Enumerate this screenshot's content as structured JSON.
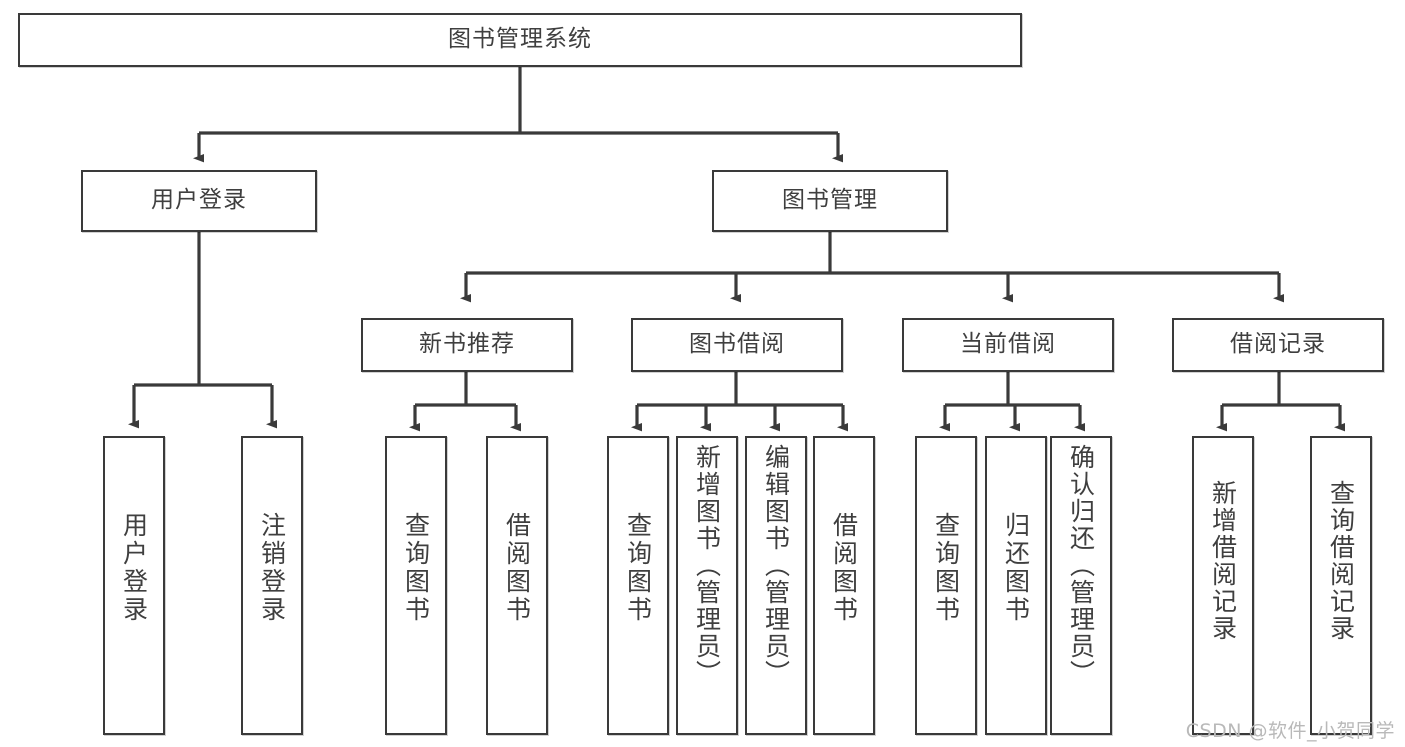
{
  "diagram": {
    "type": "tree",
    "title": "图书管理系统",
    "root": {
      "id": "root",
      "label": "图书管理系统"
    },
    "level2": [
      {
        "id": "user-login",
        "label": "用户登录"
      },
      {
        "id": "book-manage",
        "label": "图书管理"
      }
    ],
    "level3": [
      {
        "id": "new-book-rec",
        "label": "新书推荐",
        "parent": "book-manage"
      },
      {
        "id": "book-borrow",
        "label": "图书借阅",
        "parent": "book-manage"
      },
      {
        "id": "current-borrow",
        "label": "当前借阅",
        "parent": "book-manage"
      },
      {
        "id": "borrow-record",
        "label": "借阅记录",
        "parent": "book-manage"
      }
    ],
    "leaves": [
      {
        "id": "leaf-user-login",
        "label": "用户登录",
        "parent": "user-login"
      },
      {
        "id": "leaf-logout",
        "label": "注销登录",
        "parent": "user-login"
      },
      {
        "id": "leaf-query-book-1",
        "label": "查询图书",
        "parent": "new-book-rec"
      },
      {
        "id": "leaf-borrow-book-1",
        "label": "借阅图书",
        "parent": "new-book-rec"
      },
      {
        "id": "leaf-query-book-2",
        "label": "查询图书",
        "parent": "book-borrow"
      },
      {
        "id": "leaf-add-book",
        "label": "新增图书（管理员）",
        "parent": "book-borrow"
      },
      {
        "id": "leaf-edit-book",
        "label": "编辑图书（管理员）",
        "parent": "book-borrow"
      },
      {
        "id": "leaf-borrow-book-2",
        "label": "借阅图书",
        "parent": "book-borrow"
      },
      {
        "id": "leaf-query-book-3",
        "label": "查询图书",
        "parent": "current-borrow"
      },
      {
        "id": "leaf-return-book",
        "label": "归还图书",
        "parent": "current-borrow"
      },
      {
        "id": "leaf-confirm-return",
        "label": "确认归还（管理员）",
        "parent": "current-borrow"
      },
      {
        "id": "leaf-add-record",
        "label": "新增借阅记录",
        "parent": "borrow-record"
      },
      {
        "id": "leaf-query-record",
        "label": "查询借阅记录",
        "parent": "borrow-record"
      }
    ],
    "watermark": "CSDN @软件_小贺同学",
    "colors": {
      "stroke": "#3a3a3a",
      "text": "#3f3f3f",
      "background": "#ffffff",
      "watermark": "#b9b9b9"
    }
  }
}
